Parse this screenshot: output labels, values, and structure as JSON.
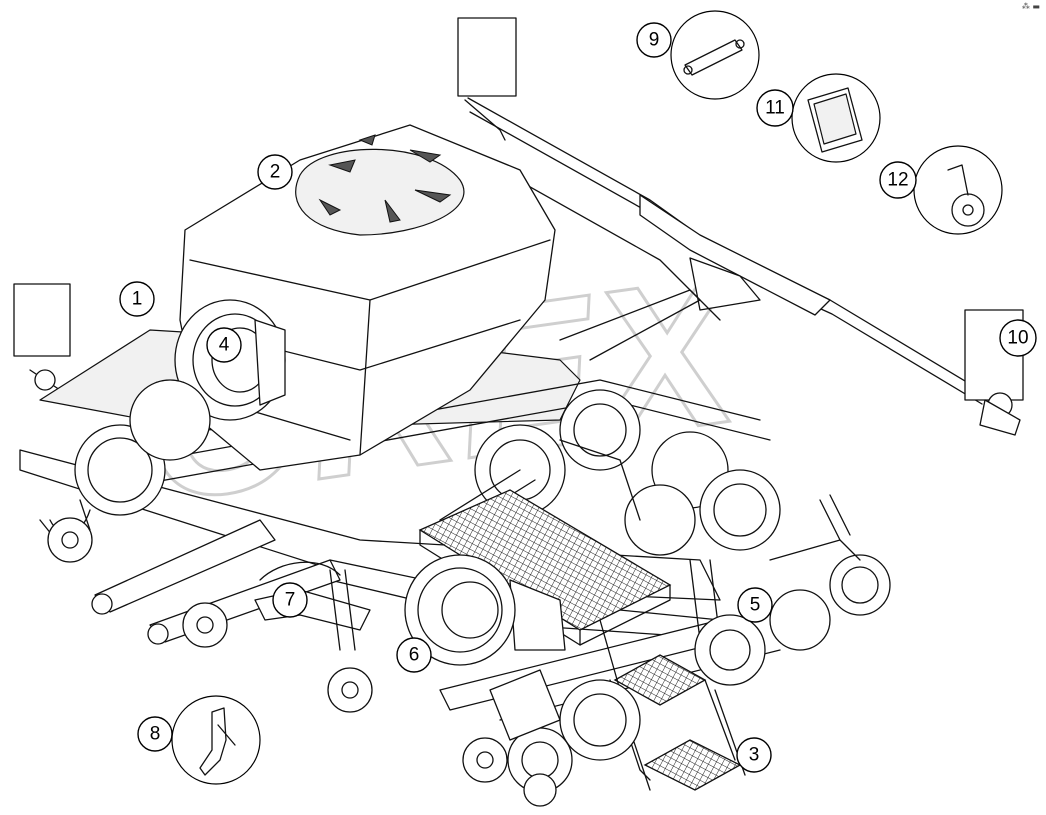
{
  "watermark": "OREX",
  "corner_mark": "⁂ ▬",
  "callouts": [
    {
      "label": "1"
    },
    {
      "label": "2"
    },
    {
      "label": "3"
    },
    {
      "label": "4"
    },
    {
      "label": "5"
    },
    {
      "label": "6"
    },
    {
      "label": "7"
    },
    {
      "label": "8"
    },
    {
      "label": "9"
    },
    {
      "label": "10"
    },
    {
      "label": "11"
    },
    {
      "label": "12"
    }
  ],
  "icons": {
    "inset_9": "hydraulic-cylinder-icon",
    "inset_11": "control-monitor-icon",
    "inset_12": "depth-wheel-icon",
    "inset_8": "coulter-bracket-icon"
  },
  "colors": {
    "line": "#111111",
    "background": "#ffffff",
    "watermark": "#cfcfcf"
  }
}
